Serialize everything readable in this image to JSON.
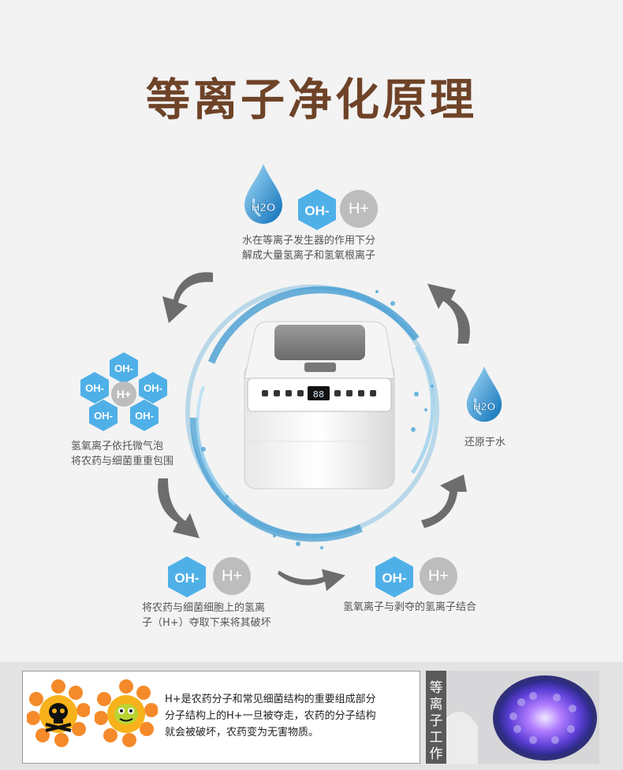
{
  "title": "等离子净化原理",
  "labels": {
    "h2o": "H2O",
    "oh": "OH-",
    "h_plus": "H+"
  },
  "captions": {
    "top": [
      "水在等离子发生器的作用下分",
      "解成大量氢离子和氢氧根离子"
    ],
    "left": [
      "氢氧离子依托微气泡",
      "将农药与细菌重重包围"
    ],
    "right": [
      "还原于水"
    ],
    "bottom_left": [
      "将农药与细菌细胞上的氢离",
      "子（H+）夺取下来将其破坏"
    ],
    "bottom_right": [
      "氢氧离子与剥夺的氢离子结合"
    ]
  },
  "device": {
    "display": "88"
  },
  "bottom_panel": {
    "text": [
      "H+是农药分子和常见细菌结构的重要组成部分",
      "分子结构上的H+一旦被夺走，农药的分子结构",
      "就会被破坏，农药变为无害物质。"
    ],
    "side_label": [
      "等",
      "离",
      "子",
      "工",
      "作"
    ]
  },
  "colors": {
    "title": "#6e4328",
    "hex_blue": "#4fb0e8",
    "h_gray": "#bdbdbd",
    "arrow_gray": "#6d6d6d",
    "splash": "#4aa6d8"
  }
}
